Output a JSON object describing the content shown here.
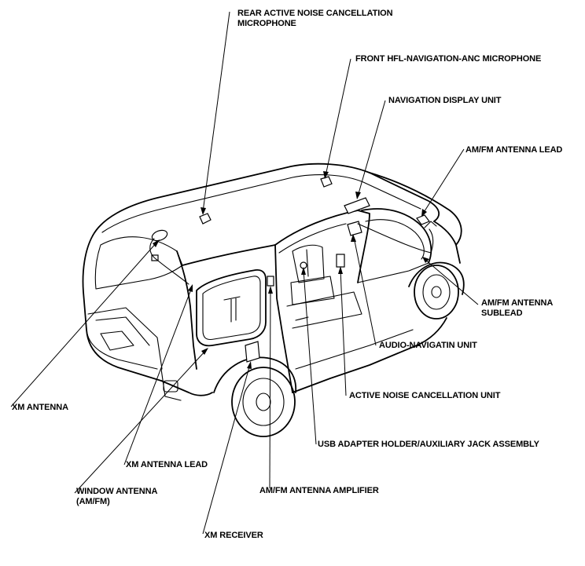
{
  "labels": {
    "rear_anc_mic": [
      "REAR ACTIVE NOISE CANCELLATION",
      "MICROPHONE"
    ],
    "front_hfl_mic": "FRONT HFL-NAVIGATION-ANC MICROPHONE",
    "nav_display": "NAVIGATION DISPLAY UNIT",
    "amfm_lead": "AM/FM ANTENNA LEAD",
    "amfm_sublead": [
      "AM/FM ANTENNA",
      "SUBLEAD"
    ],
    "audio_nav_unit": "AUDIO-NAVIGATIN UNIT",
    "anc_unit": "ACTIVE NOISE CANCELLATION UNIT",
    "usb_adapter": "USB ADAPTER HOLDER/AUXILIARY JACK ASSEMBLY",
    "xm_antenna": "XM ANTENNA",
    "xm_antenna_lead": "XM ANTENNA LEAD",
    "window_antenna": [
      "WINDOW ANTENNA",
      "(AM/FM)"
    ],
    "amfm_amplifier": "AM/FM ANTENNA AMPLIFIER",
    "xm_receiver": "XM RECEIVER"
  }
}
